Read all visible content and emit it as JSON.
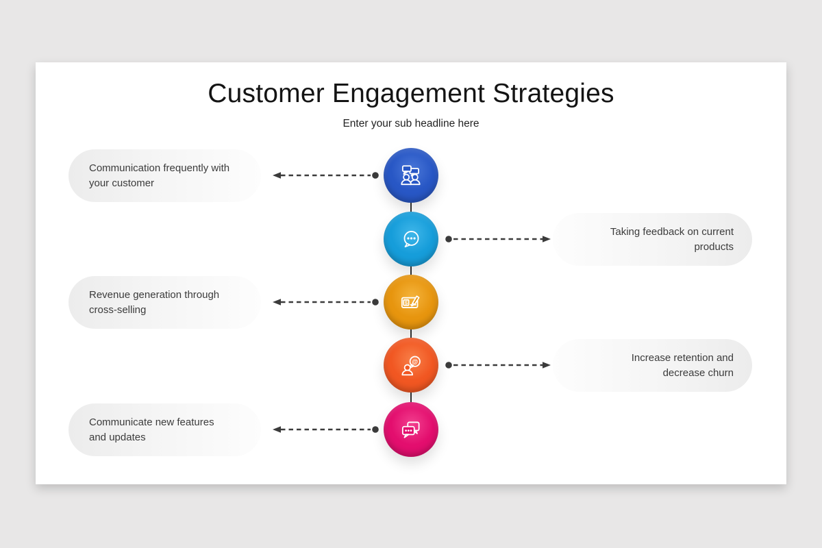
{
  "page": {
    "background": "#e8e7e7"
  },
  "slide": {
    "title": "Customer Engagement Strategies",
    "subtitle": "Enter your sub headline here",
    "background": "#ffffff"
  },
  "connector": {
    "color": "#333333"
  },
  "arrow": {
    "color": "#3b3b3b"
  },
  "items": [
    {
      "label": "Communication frequently with\nyour customer",
      "side": "left",
      "icon": "people-chat-icon",
      "colors": {
        "main": "#2857c5",
        "light": "#4a77d8",
        "dark": "#15379b"
      }
    },
    {
      "label": "Taking feedback on current\nproducts",
      "side": "right",
      "icon": "chat-dots-icon",
      "colors": {
        "main": "#169dda",
        "light": "#3fb6e9",
        "dark": "#0b72ad"
      }
    },
    {
      "label": "Revenue generation through\ncross-selling",
      "side": "left",
      "icon": "cheque-pen-icon",
      "colors": {
        "main": "#e7950e",
        "light": "#f4b33c",
        "dark": "#bd7203"
      }
    },
    {
      "label": "Increase retention and\ndecrease churn",
      "side": "right",
      "icon": "person-at-icon",
      "colors": {
        "main": "#f15722",
        "light": "#f87f48",
        "dark": "#cc3c0e"
      }
    },
    {
      "label": "Communicate new features\nand updates",
      "side": "left",
      "icon": "chat-double-icon",
      "colors": {
        "main": "#e30e6e",
        "light": "#f23f8e",
        "dark": "#b40554"
      }
    }
  ]
}
